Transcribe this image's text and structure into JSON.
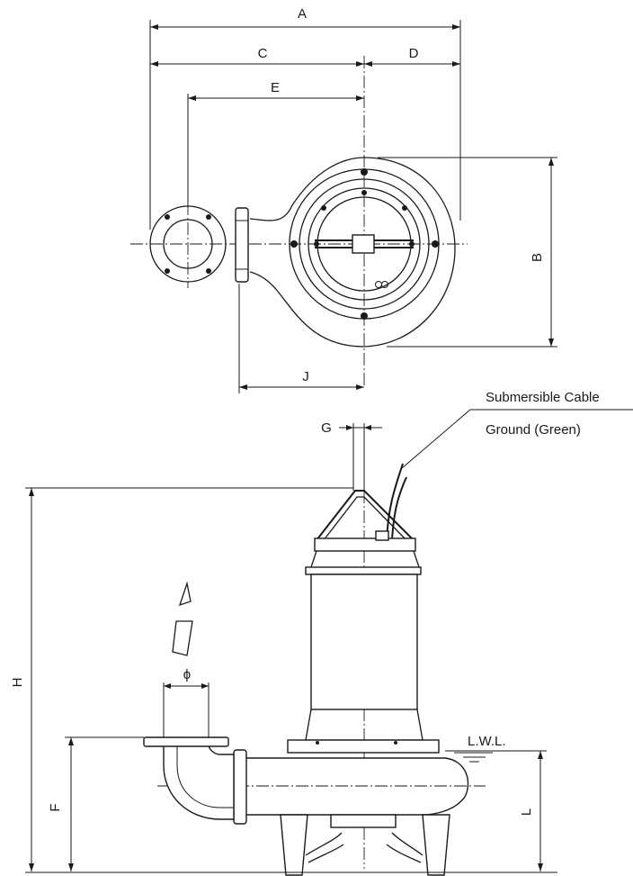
{
  "dimensions": {
    "a": "A",
    "b": "B",
    "c": "C",
    "d": "D",
    "e": "E",
    "f": "F",
    "g": "G",
    "h": "H",
    "j": "J",
    "l": "L",
    "phi": "ϕ"
  },
  "callouts": {
    "cable": "Submersible Cable",
    "ground": "Ground (Green)",
    "lwl": "L.W.L."
  }
}
